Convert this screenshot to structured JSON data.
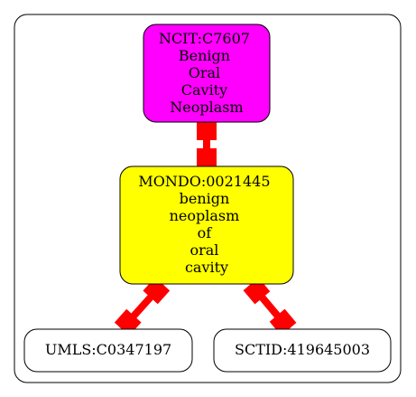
{
  "diagram": {
    "cluster": {
      "stroke": "#000000",
      "fill": "#ffffff"
    },
    "nodes": [
      {
        "id": "ncit",
        "label_lines": [
          "NCIT:C7607",
          "Benign",
          "Oral",
          "Cavity",
          "Neoplasm"
        ],
        "fill": "#ff00ff"
      },
      {
        "id": "mondo",
        "label_lines": [
          "MONDO:0021445",
          "benign",
          "neoplasm",
          "of",
          "oral",
          "cavity"
        ],
        "fill": "#ffff00"
      },
      {
        "id": "umls",
        "label_lines": [
          "UMLS:C0347197"
        ],
        "fill": "#ffffff"
      },
      {
        "id": "sctid",
        "label_lines": [
          "SCTID:419645003"
        ],
        "fill": "#ffffff"
      }
    ],
    "edges": [
      {
        "from": "ncit",
        "to": "mondo",
        "color": "#ff0000",
        "arrow": "box-both"
      },
      {
        "from": "mondo",
        "to": "umls",
        "color": "#ff0000",
        "arrow": "box-both"
      },
      {
        "from": "mondo",
        "to": "sctid",
        "color": "#ff0000",
        "arrow": "box-both"
      }
    ]
  }
}
